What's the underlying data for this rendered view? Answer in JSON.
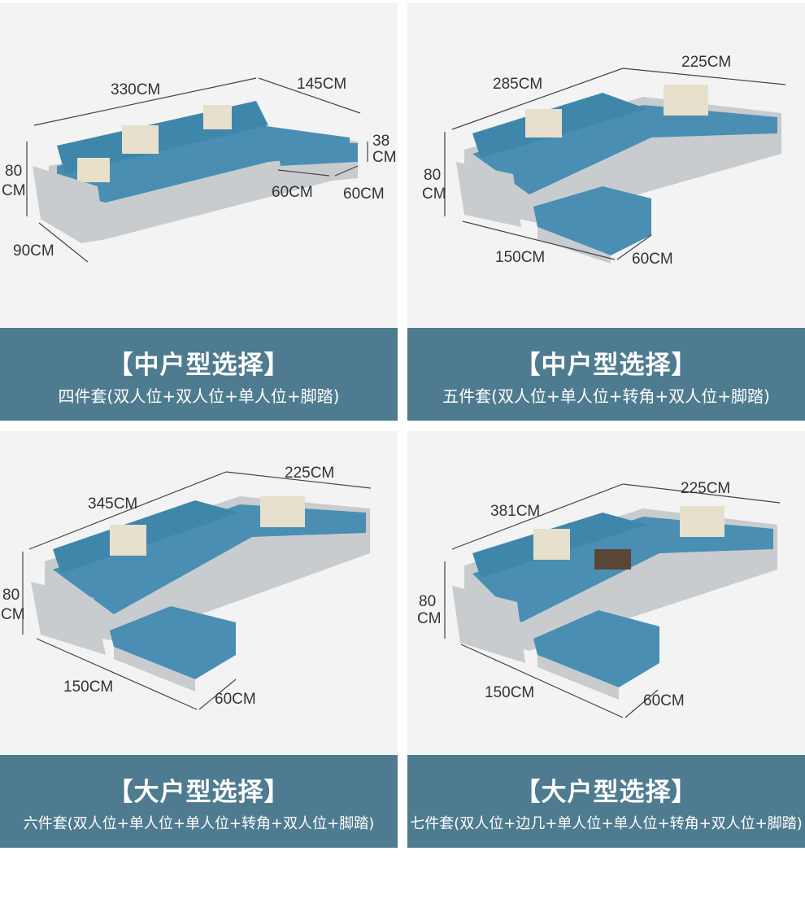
{
  "panels": [
    {
      "title": "【中户型选择】",
      "subtitle": "四件套(双人位+双人位+单人位+脚踏)",
      "dims": [
        "330CM",
        "145CM",
        "38",
        "CM",
        "80",
        "CM",
        "60CM",
        "60CM",
        "90CM"
      ]
    },
    {
      "title": "【中户型选择】",
      "subtitle": "五件套(双人位+单人位+转角+双人位+脚踏)",
      "dims": [
        "285CM",
        "225CM",
        "80",
        "CM",
        "150CM",
        "60CM"
      ]
    },
    {
      "title": "【大户型选择】",
      "subtitle": "六件套(双人位+单人位+单人位+转角+双人位+脚踏)",
      "dims": [
        "345CM",
        "225CM",
        "80",
        "CM",
        "150CM",
        "60CM"
      ]
    },
    {
      "title": "【大户型选择】",
      "subtitle": "七件套(双人位+边几+单人位+单人位+转角+双人位+脚踏)",
      "dims": [
        "381CM",
        "225CM",
        "80",
        "CM",
        "150CM",
        "60CM"
      ]
    }
  ],
  "colors": {
    "banner": "#4e7b8f",
    "sofa_blue": "#4a8fb3",
    "sofa_gray": "#c9ccce",
    "background": "#f3f3f3"
  }
}
